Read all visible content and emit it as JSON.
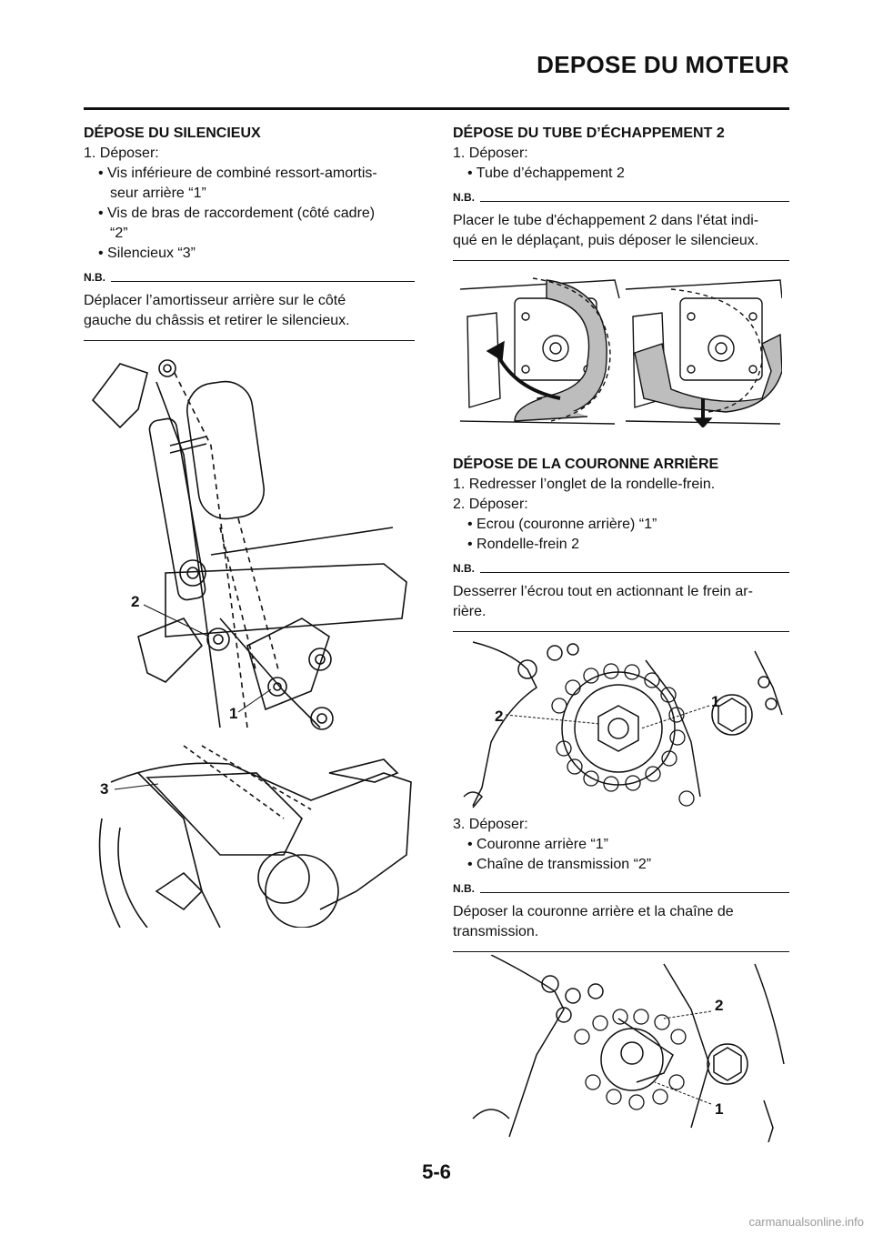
{
  "header": {
    "title": "DEPOSE DU MOTEUR"
  },
  "left": {
    "section1": {
      "heading": "DÉPOSE DU SILENCIEUX",
      "step1": "1. Déposer:",
      "bullets": [
        "• Vis inférieure de combiné ressort-amortis-",
        "seur arrière “1”",
        "• Vis de bras de raccordement (côté cadre)",
        "“2”",
        "• Silencieux “3”"
      ],
      "nb_label": "N.B.",
      "nb_text_lines": [
        "Déplacer l’amortisseur arrière sur le côté",
        "gauche du châssis et retirer le silencieux."
      ]
    },
    "figure_callouts": {
      "c2": "2",
      "c1": "1",
      "c3": "3"
    }
  },
  "right": {
    "section2": {
      "heading": "DÉPOSE DU TUBE D’ÉCHAPPEMENT 2",
      "step1": "1. Déposer:",
      "bullet": "• Tube d’échappement 2",
      "nb_label": "N.B.",
      "nb_text_lines": [
        "Placer le tube d'échappement 2 dans l'état indi-",
        "qué en le déplaçant, puis déposer le silencieux."
      ]
    },
    "section3": {
      "heading": "DÉPOSE DE LA COURONNE ARRIÈRE",
      "step1": "1. Redresser l’onglet de la rondelle-frein.",
      "step2": "2. Déposer:",
      "bullets": [
        "• Ecrou (couronne arrière) “1”",
        "• Rondelle-frein 2"
      ],
      "nb_label": "N.B.",
      "nb_text_lines": [
        "Desserrer l’écrou tout en actionnant le frein ar-",
        "rière."
      ],
      "fig_callouts": {
        "c1": "1",
        "c2": "2"
      },
      "step3": "3. Déposer:",
      "bullets2": [
        "• Couronne arrière “1”",
        "• Chaîne de transmission “2”"
      ],
      "nb2_label": "N.B.",
      "nb2_text_lines": [
        "Déposer la couronne arrière et la chaîne de",
        "transmission."
      ],
      "fig2_callouts": {
        "c2": "2",
        "c1": "1"
      }
    }
  },
  "footer": {
    "page_number": "5-6",
    "watermark": "carmanualsonline.info"
  }
}
